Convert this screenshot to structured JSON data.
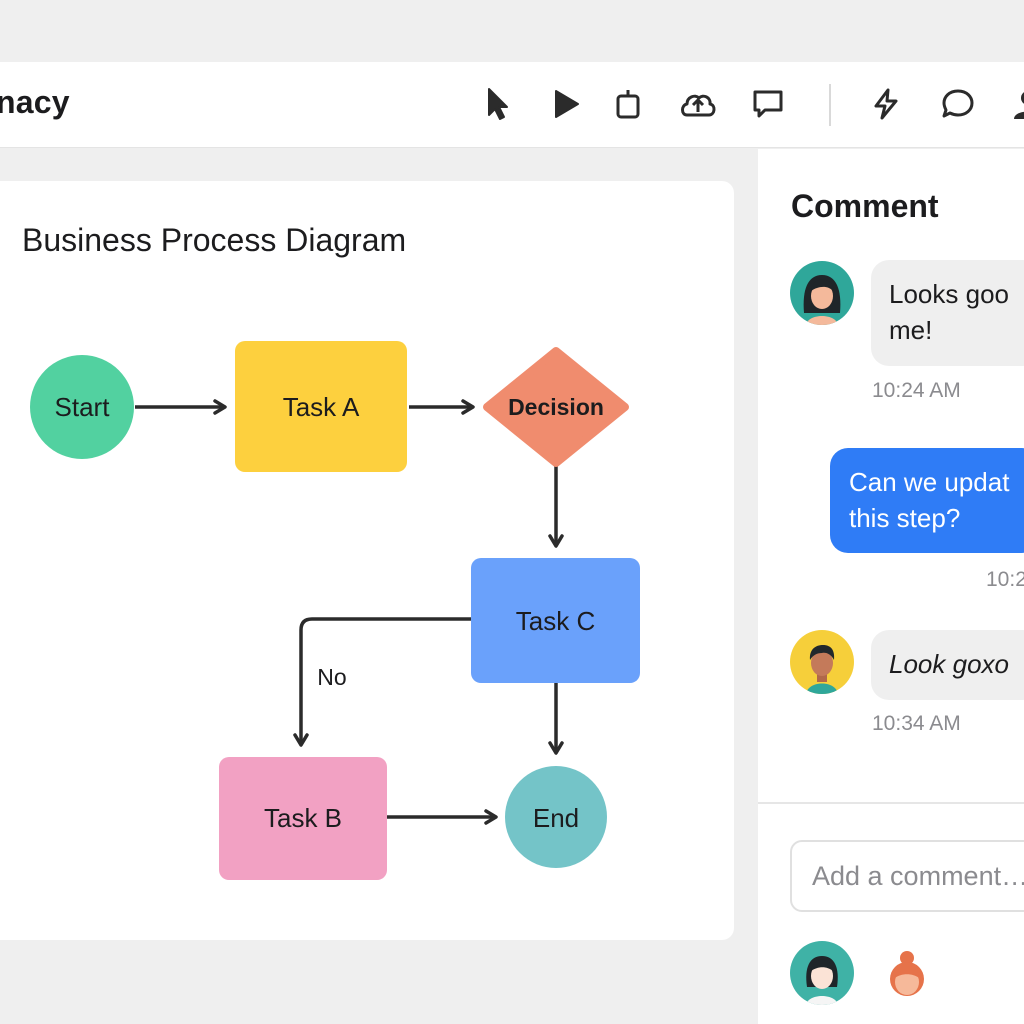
{
  "app": {
    "title": "nacy"
  },
  "toolbar": {
    "icons": [
      "cursor-icon",
      "play-icon",
      "timer-icon",
      "cloud-upload-icon",
      "comment-icon",
      "lightning-icon",
      "chat-icon",
      "user-icon"
    ]
  },
  "diagram": {
    "title": "Business Process Diagram",
    "nodes": {
      "start": "Start",
      "task_a": "Task A",
      "decision": "Decision",
      "task_c": "Task C",
      "task_b": "Task B",
      "end": "End"
    },
    "edge_label_no": "No",
    "colors": {
      "start": "#52d1a0",
      "task_a": "#fdd03e",
      "decision": "#f08c6e",
      "task_c": "#6aa1fb",
      "task_b": "#f2a1c3",
      "end": "#74c4c8"
    }
  },
  "comments_panel": {
    "title": "Comment",
    "comments": [
      {
        "text_line1": "Looks goo",
        "text_line2": "me!",
        "time": "10:24 AM"
      },
      {
        "text_line1": "Can we updat",
        "text_line2": "this step?",
        "time": "10:2"
      },
      {
        "text": "Look goxo",
        "time": "10:34 AM"
      }
    ],
    "input_placeholder": "Add a comment…"
  },
  "accent_color": "#2f7cf6"
}
